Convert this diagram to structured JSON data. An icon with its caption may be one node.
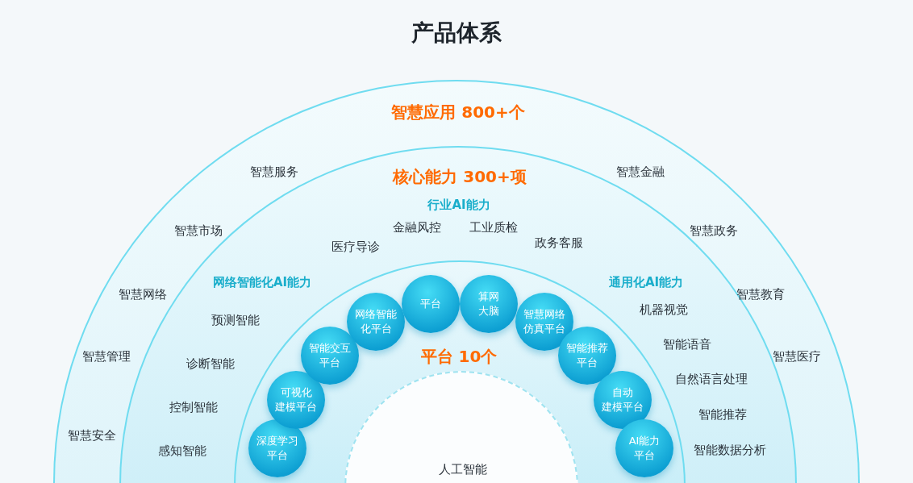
{
  "diagram": {
    "title": "产品体系",
    "nodes": [
      {
        "text": [
          "智慧应用 800+个"
        ]
      },
      {
        "text": [
          "核心能力 300+项"
        ],
        "in": 0
      },
      {
        "text": [
          "平台 10个"
        ],
        "in": 1
      },
      {
        "text": [
          "深度学习平台"
        ],
        "in": 2
      },
      {
        "text": [
          "可视化建模平台"
        ],
        "in": 2
      },
      {
        "text": [
          "智能交互平台"
        ],
        "in": 2
      },
      {
        "text": [
          "网络智能化平台"
        ],
        "in": 2
      },
      {
        "text": [
          "平台"
        ],
        "in": 2
      },
      {
        "text": [
          "算网大脑"
        ],
        "in": 2
      },
      {
        "text": [
          "智慧网络仿真平台"
        ],
        "in": 2
      },
      {
        "text": [
          "智能推荐平台"
        ],
        "in": 2
      },
      {
        "text": [
          "自动建模平台"
        ],
        "in": 2
      },
      {
        "text": [
          "AI能力平台"
        ],
        "in": 2
      },
      {
        "text": [
          "人工智能"
        ],
        "in": 2
      }
    ],
    "labels": [
      "智慧服务",
      "智慧市场",
      "智慧网络",
      "智慧管理",
      "智慧安全",
      "智慧金融",
      "智慧政务",
      "智慧教育",
      "智慧医疗",
      "行业AI能力",
      "医疗导诊",
      "金融风控",
      "工业质检",
      "政务客服",
      "网络智能化AI能力",
      "预测智能",
      "诊断智能",
      "控制智能",
      "感知智能",
      "通用化AI能力",
      "机器视觉",
      "智能语音",
      "自然语言处理",
      "智能推荐",
      "智能数据分析"
    ]
  }
}
